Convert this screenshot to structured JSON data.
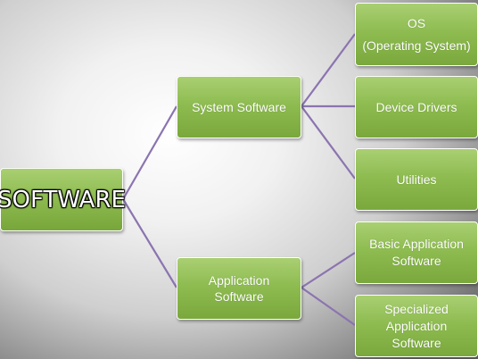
{
  "diagram": {
    "root": {
      "label": "SOFTWARE"
    },
    "branches": [
      {
        "label": "System Software",
        "children": [
          {
            "label_lines": [
              "OS",
              "(Operating System)"
            ]
          },
          {
            "label_lines": [
              "Device Drivers"
            ]
          },
          {
            "label_lines": [
              "Utilities"
            ]
          }
        ]
      },
      {
        "label_lines": [
          "Application",
          "Software"
        ],
        "children": [
          {
            "label_lines": [
              "Basic Application",
              "Software"
            ]
          },
          {
            "label_lines": [
              "Specialized",
              "Application",
              "Software"
            ]
          }
        ]
      }
    ],
    "colors": {
      "node_fill": "#8dbb4f",
      "node_border": "#ffffff",
      "connector": "#8b74b0",
      "text": "#ffffff"
    }
  }
}
